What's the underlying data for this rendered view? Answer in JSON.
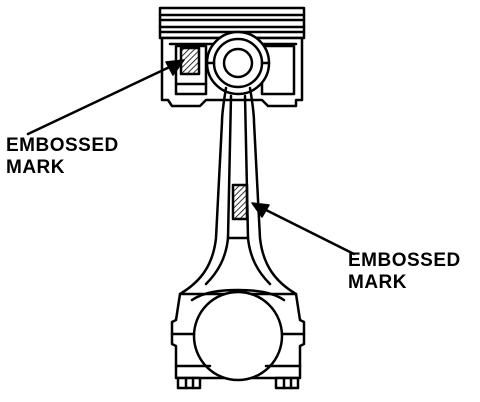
{
  "callouts": [
    {
      "line1": "EMBOSSED",
      "line2": "MARK"
    },
    {
      "line1": "EMBOSSED",
      "line2": "MARK"
    }
  ],
  "colors": {
    "ink": "#000000",
    "paper": "#ffffff"
  }
}
